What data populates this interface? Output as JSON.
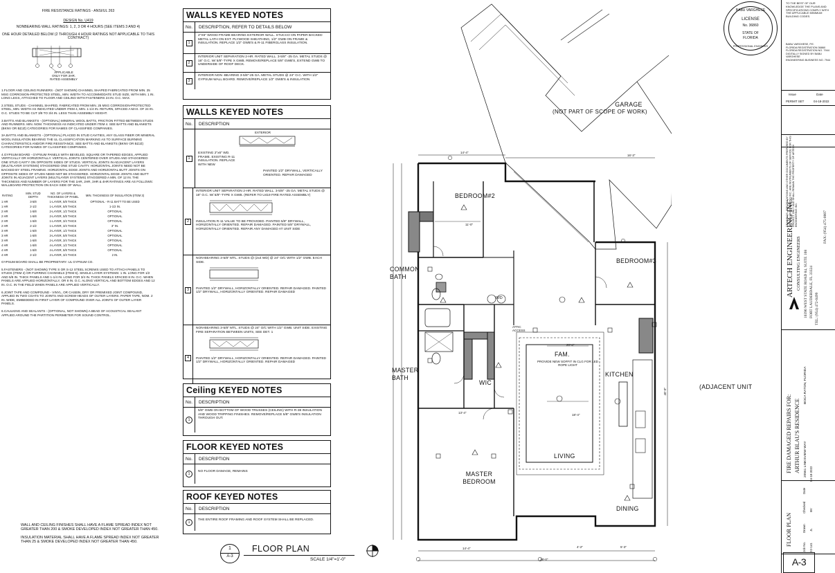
{
  "fire_rating": {
    "title": "FIRE RESISTANCE RATINGS - ANSI/UL 263",
    "design_no": "DESIGN No. U419",
    "lines": [
      "NONBEARING WALL RATINGS: 1, 2, 3 OR 4 HOURS (SEE ITEMS 3 AND 4)",
      "ONE HOUR DETAILED BELOW (2 THROUGH 4 HOUR RATINGS NOT APPLICABLE TO THIS CONTRACT)"
    ],
    "applicable_note": "APPLICABLE ONLY FOR 2HR. RATED ASSEMBLY",
    "paragraphs": [
      "1.FLOOR AND CEILING RUNNERS - (NOT SHOWN) CHANNEL SHAPED FABRICATED FROM MIN. 25 MSG CORROSION-PROTECTED STEEL, MIN. WIDTH TO ACCOMMODATE STUD SIZE, WITH MIN. 1 IN. LONG LEGS, ATTACHED TO FLOOR AND CEILING WITH FASTENERS 24 IN. O.C. MAX.",
      "2.STEEL STUDS - CHANNEL SHAPED, FABRICATED FROM MIN. 25 MSG CORROSION-PROTECTED STEEL, MIN. WIDTH AS INDICATED UNDER ITEM 4, MIN. 1-1/4 IN. RETURN, SPACED A MAX. OF 24 IN. O.C. STUDS TO BE CUT 3/8 TO 3/4 IN. LESS THAN ASSEMBLY HEIGHT.",
      "3.BATTS AND BLANKETS - (OPTIONAL) MINERAL WOOL BATTS, FRICTION FITTED BETWEEN STUDS AND RUNNERS. MIN. NOM. THICKNESS AS INDICATED UNDER ITEM 4. SEE BATTS AND BLANKETS (BKNV OR BZJZ) CATEGORIES FOR NAMES OF CLASSIFIED COMPANIES.",
      "3A.BATTS AND BLANKETS - (OPTIONAL) PLACED IN STUD CAVITIES, ANY GLASS FIBER OR MINERAL WOOL INSULATION BEARING THE UL CLASSIFICATION MARKING AS TO SURFACE BURNING CHARACTERISTICS AND/OR FIRE RESISTANCE. SEE BATTS AND BLANKETS (BKNV OR BZJZ) CATEGORIES FOR NAMES OF CLASSIFIED COMPANIES.",
      "4.GYPSUM BOARD - GYPSUM PANELS WITH BEVELED, SQUARE OR TAPERED EDGES, APPLIED VERTICALLY OR HORIZONTALLY. VERTICAL JOINTS CENTERED OVER STUDS AND STAGGERED ONE STUD CAVITY ON OPPOSITE SIDES OF STUDS. VERTICAL JOINTS IN ADJACENT LAYERS (MULTILAYER SYSTEMS) STAGGERED ONE STUD CAVITY. HORIZONTAL JOINTS NEED NOT BE BACKED BY STEEL FRAMING. HORIZONTAL EDGE JOINTS AND HORIZONTAL BUTT JOINTS ON OPPOSITE SIDES OF STUDS NEED NOT BE STAGGERED. HORIZONTAL EDGE JOINTS AND BUTT JOINTS IN ADJACENT LAYERS (MULTILAYER SYSTEMS) STAGGERED A MIN. OF 12 IN. THE THICKNESS AND NUMBER OF LAYERS FOR THE 1HR, 2HR, 3HR & 4HR RATINGS ARE AS FOLLOWS: WALLBOARD PROTECTION ON EACH SIDE OF WALL"
    ],
    "table_headers": [
      "RATING",
      "MIN. STUD DEPTH",
      "NO. OF LAYERS & THICKNESS OF PANEL",
      "MIN. THICKNESS OF INSULATION (ITEM 3)"
    ],
    "table_rows": [
      [
        "1 HR",
        "3-5/8",
        "1-LAYER, 5/8 THICK",
        "OPTIONAL - R-11 BATT TO BE USED"
      ],
      [
        "1 HR",
        "2-1/2",
        "1-LAYER, 5/8 THICK",
        "1-1/2 IN."
      ],
      [
        "2 HR",
        "1-5/8",
        "2-LAYER, 1/2 THICK",
        "OPTIONAL"
      ],
      [
        "2 HR",
        "1-5/8",
        "2-LAYER, 5/8 THICK",
        "OPTIONAL"
      ],
      [
        "2 HR",
        "1-5/8",
        "1-LAYER, 3/4 THICK",
        "OPTIONAL"
      ],
      [
        "2 HR",
        "2-1/2",
        "1-LAYER, 3/4 THICK",
        "3\" IN."
      ],
      [
        "3 HR",
        "1-5/8",
        "3-LAYER, 1/2 THICK",
        "OPTIONAL"
      ],
      [
        "3 HR",
        "1-5/8",
        "3-LAYER, 5/8 THICK",
        "OPTIONAL"
      ],
      [
        "3 HR",
        "1-5/8",
        "2-LAYER, 3/4 THICK",
        "OPTIONAL"
      ],
      [
        "4 HR",
        "1-5/8",
        "4-LAYER, 1/2 THICK",
        "OPTIONAL"
      ],
      [
        "4 HR",
        "1-5/8",
        "4-LAYER, 5/8 THICK",
        "OPTIONAL"
      ],
      [
        "4 HR",
        "2-1/2",
        "2-LAYER, 3/4 THICK",
        "2 IN."
      ]
    ],
    "gypsum_note": "GYPSUM BOARD SHALL BE PROPRIETARY. UL GYPSUM CO.",
    "paragraphs2": [
      "5.FASTENERS - (NOT SHOWN) TYPE S OR S-12 STEEL SCREWS USED TO ATTACH PANELS TO STUDS (ITEM 2) OR FURRING CHANNELS (ITEM 6). SINGLE LAYER SYSTEMS: 1 IN. LONG FOR 1/2 AND 5/8 IN. THICK PANELS AND 1-1/4 IN. LONG FOR 3/4 IN. THICK PANELS SPACED 8 IN. O.C. WHEN PANELS ARE APPLIED HORIZONTALLY, OR 8 IN. O.C. ALONG VERTICAL AND BOTTOM EDGES AND 12 IN. O.C. IN THE FIELD WHEN PANELS ARE APPLIED VERTICALLY.",
      "6.JOINT TAPE AND COMPOUND - VINYL, OR CASEIN, DRY OR PREMIXED JOINT COMPOUND, APPLIED IN TWO COATS TO JOINTS AND SCREW-HEADS OF OUTER LAYERS. PAPER TAPE, NOM. 2 IN. WIDE, EMBEDDED IN FIRST LAYER OF COMPOUND OVER ALL JOINTS OF OUTER LAYER PANELS.",
      "6.CAULKING AND SEALANTS - (OPTIONAL, NOT SHOWN) A BEAD OF ACOUSTICAL SEALANT APPLIED AROUND THE PARTITION PERIMETER FOR SOUND CONTROL."
    ],
    "finish_notes": [
      "WALL AND CEILING FINISHES SHALL HAVE A FLAME SPREAD INDEX NOT GREATER THAN 200 & SMOKE DEVELOPED INDEX NOT GREATER THAN 450.",
      "INSULATION MATERIAL SHALL HAVE A FLAME SPREAD INDEX NOT GREATER THAN 25 & SMOKE DEVELOPED INDEX NOT GREATER THAN 450."
    ]
  },
  "walls_notes_1": {
    "title": "WALLS KEYED NOTES",
    "col_no": "No.",
    "col_desc": "DESCRIPTION, REFER TO DETAILS BELOW",
    "rows": [
      {
        "no": "1",
        "text": "2\"X6\" WOOD FRAME BEARING EXTERIOR WALL. STUCCO ON PAPER BACKED METAL LATH ON EXT. PLYWOOD SHEATHING, 1/2\" GWB ON FRAME & INSULATION. REPLACE 1/2\" GWB'S & R-11 FIBERGLASS INSULATION."
      },
      {
        "no": "2",
        "text": "INTERIOR UNIT SEPARATION 2-HR. RATED WALL. 3-5/8\" -25 GA. METAL STUDS @ 16\" O.C. W/ 5/8\"-TYPE X GWB. REMOVE/REPLACE 5/8\" GWB'S, EXTEND GWB TO UNDERSIDE OF ROOF DECK."
      },
      {
        "no": "3",
        "text": "INTERIOR NON -BEARING 3-5/8\"-25 GA. METAL STUDS @ 24\" O.C. WITH 1/2\" GYPSUM WALL BOARD. REMOVE/REPLACE 1/2\" GWB'S & INSULATION"
      }
    ]
  },
  "walls_notes_2": {
    "title": "WALLS KEYED NOTES",
    "col_no": "No.",
    "col_desc": "DESCRIPTION",
    "rows": [
      {
        "no": "1",
        "title": "EXTERIOR",
        "text": "EXISTING 2\"x6\" WD. FRAME. EXISTING R-11 INSULATION. REPLACE WITH NEW",
        "callout": "PAINTED 1/2\" DRYWALL, VERTICALLY ORIENTED. REPAIR DAMAGED"
      },
      {
        "no": "2",
        "text": "INTERIOR UNIT SEPARATION 2-HR. RATED WALL. 3-5/8\" -25 GA. METAL STUDS @ 16\" O.C. W/ 5/8\"-TYPE X GWB. (REFER TO U419 FIRE RATED ASSEMBLY)",
        "callout": "INSULATION R-11 VALUE TO BE PROVIDED. PAINTED 5/8\" DRYWALL, HORIZONTALLY ORIENTED. REPAIR DAMAGED. PAINTED 5/8\" DRYWALL, HORIZONTALLY ORIENTED. REPAIR ANY DAMAGED AT UNIT SIDE"
      },
      {
        "no": "3",
        "text": "NON-BEARING 3-5/8\" MTL. STUDS @ (2x4 WD) @ 24\" O/C WITH 1/2\" GWB. EACH SIDE.",
        "callout": "PAINTED 1/2\" DRYWALL, HORIZONTALLY ORIENTED. REPAIR DAMAGED. PAINTED 1/2\" DRYWALL, HORIZONTALLY ORIENTED. REPAIR DAMAGED"
      },
      {
        "no": "4",
        "text": "NON-BEARING 3-5/8\" MTL. STUDS @ 24\" O/C WITH 1/2\" GWB. UNIT SIDE. EXISTING FIRE SEPARATION BETWEEN UNITS, SEE DET. 1",
        "callout": "PAINTED 1/2\" DRYWALL, HORIZONTALLY ORIENTED. REPAIR DAMAGED. PAINTED 1/2\" DRYWALL, HORIZONTALLY ORIENTED. REPAIR DAMAGED"
      }
    ]
  },
  "ceiling_notes": {
    "title": "Ceiling KEYED NOTES",
    "col_no": "No.",
    "col_desc": "DESCRIPTION",
    "rows": [
      {
        "no": "1",
        "text": "5/8\" GWB ON BOTTOM OF WOOD TRUSSES (CEILING) WITH R-38 INSULATION AND WOOD TRIPPING FINISHES. REMOVE/REPLACE 5/8\" GWB'S INSULATION THROUGH OUT."
      }
    ]
  },
  "floor_notes": {
    "title": "FLOOR KEYED NOTES",
    "col_no": "No.",
    "col_desc": "DESCRIPTION",
    "rows": [
      {
        "no": "1",
        "text": "NO FLOOR DAMAGE, REMAINS"
      }
    ]
  },
  "roof_notes": {
    "title": "ROOF KEYED NOTES",
    "col_no": "No.",
    "col_desc": "DESCRIPTION",
    "rows": [
      {
        "no": "1",
        "text": "THE ENTIRE ROOF FRAMING AND ROOF SYSTEM SHALL BE REPLACED."
      }
    ]
  },
  "plan": {
    "title": "FLOOR PLAN",
    "scale": "SCALE 1/4\"=1'-0\"",
    "sheet_ref": "1",
    "sheet_ref_sub": "A-3",
    "rooms": {
      "garage": "GARAGE",
      "garage_note": "(NOT PART OF SCOPE OF WORK)",
      "bedroom2": "BEDROOM#2",
      "bedroom3": "BEDROOM#3",
      "common_bath": "COMMON BATH",
      "master_bath": "MASTER BATH",
      "wic": "WIC",
      "fam": "FAM.",
      "kitchen": "KITCHEN",
      "master_bedroom": "MASTER BEDROOM",
      "living": "LIVING",
      "dining": "DINING",
      "adjacent": "(ADJACENT UNIT",
      "wd": "W/D",
      "attic": "ATTIC ACCESS",
      "soffit": "PROVIDE NEW SOFFIT IN CLG FOR LED ROPE LIGHT"
    },
    "dims": [
      "14'-4\"",
      "16'-3\"",
      "11'-0\"",
      "20'-4\"",
      "13'-4\"",
      "18'-4\"",
      "14'-4\"",
      "39'-0\"",
      "4'-2\"",
      "5'-3\"",
      "40'-0\""
    ]
  },
  "seal": {
    "name": "BABU VARGHESE",
    "license": "LICENSE",
    "number": "No. 36860",
    "state": "STATE OF",
    "region": "FLORIDA",
    "profession": "PROFESSIONAL ENGINEER"
  },
  "title_block": {
    "cert_text": "TO THE BEST OF OUR KNOWLEDGE THE PLANS AND SPECIFICATIONS COMPLY WITH THE APPLICABLE MINIMUM BUILDING CODES.",
    "engineer_lines": [
      "BABU VARGHESE, P.E.",
      "FLORIDA REGISTRATION 36860",
      "FLORIDA REGISTRATION NO. 7944",
      "DIGITALLY SIGNED BY BABU VARGHESE",
      "ENGINEERING BUSINESS NO. 7944"
    ],
    "issue_label": "Issue",
    "date_label": "Date",
    "issue_value": "PERMIT SET",
    "date_value": "04-18-2022",
    "copyright": "DRAWINGS, SPECIFICATIONS AND OTHER DOCUMENTS PREPARED BY ARTECH ENGINEERING INC. ARE INSTRUMENTS OF SERVICE FOR THIS PROJECT ONLY AND SHALL REMAIN THE PROPERTY OF ARTECH ENGINEERING INC.",
    "firm_name": "ARTECH ENGINEERING INC.",
    "firm_sub": "CONSULTING ENGINEERS",
    "address1": "10396 WEST STATE ROAD 84, SUITE 108",
    "address2": "FORT LAUDERDALE, FL 33324",
    "tel": "TEL: (954) 472-0499",
    "fax": "FAX: (954) 475-0007",
    "project_title": "FIRE DAMAGED REPAIRS FOR:",
    "project_name": "ARTHUR BLAU'S RESIDENCE",
    "project_address": "20561 LINKSVIEW WAY",
    "project_city": "BOCA RATON, FLORIDA",
    "sheet_title": "FLOOR PLAN",
    "job_no_label": "Job No.",
    "job_no": "22-141",
    "drawn_label": "Drawn",
    "drawn": "JL",
    "checked_label": "Checked",
    "checked": "BV",
    "date2_label": "Date",
    "date2": "04-18-2022",
    "sheet_no": "A-3"
  },
  "colors": {
    "line": "#111111",
    "hatch": "#555555",
    "paper": "#ffffff"
  }
}
